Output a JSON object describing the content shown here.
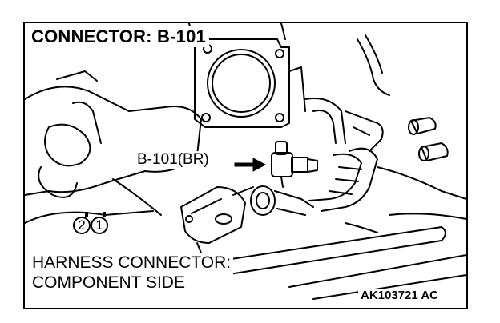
{
  "title": "CONNECTOR: B-101",
  "callout_label": "B-101(BR)",
  "harness_line1": "HARNESS CONNECTOR:",
  "harness_line2": "COMPONENT SIDE",
  "pins": [
    "2",
    "1"
  ],
  "figure_code": "AK103721 AC",
  "colors": {
    "ink": "#000000",
    "paper": "#ffffff"
  }
}
